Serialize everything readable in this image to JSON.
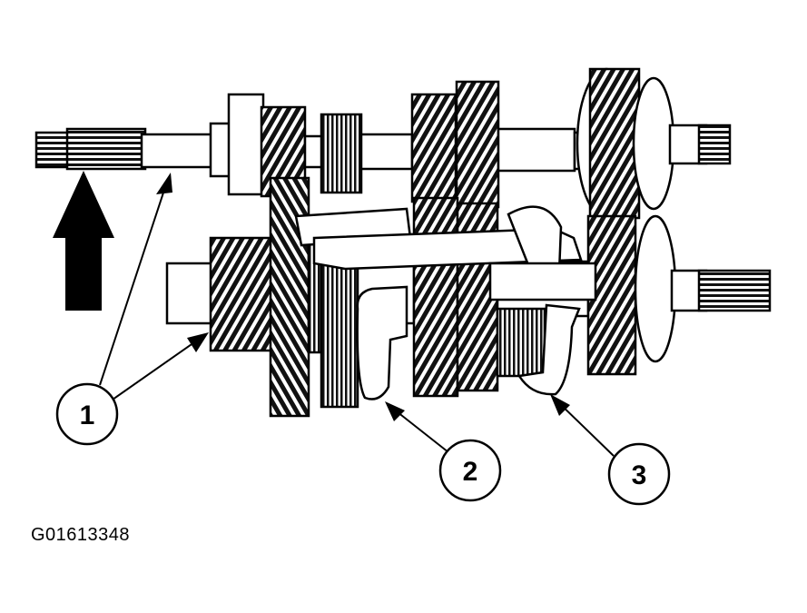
{
  "figure": {
    "id": "G01613348",
    "callouts": [
      {
        "number": "1"
      },
      {
        "number": "2"
      },
      {
        "number": "3"
      }
    ],
    "colors": {
      "ink": "#000000",
      "paper": "#ffffff"
    }
  }
}
